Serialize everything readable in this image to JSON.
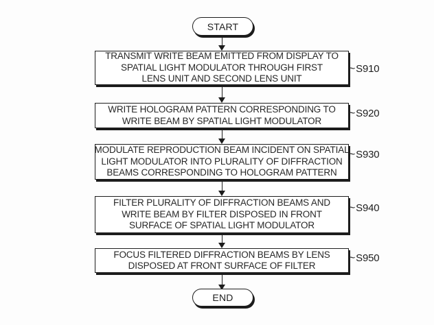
{
  "diagram": {
    "type": "flowchart",
    "start_label": "START",
    "end_label": "END",
    "ref_connector": "~",
    "steps": [
      {
        "ref": "S910",
        "lines": [
          "TRANSMIT WRITE BEAM EMITTED FROM DISPLAY TO",
          "SPATIAL LIGHT MODULATOR THROUGH FIRST",
          "LENS UNIT AND SECOND LENS UNIT"
        ]
      },
      {
        "ref": "S920",
        "lines": [
          "WRITE HOLOGRAM PATTERN CORRESPONDING TO",
          "WRITE BEAM BY SPATIAL LIGHT MODULATOR"
        ]
      },
      {
        "ref": "S930",
        "lines": [
          "MODULATE REPRODUCTION BEAM INCIDENT ON SPATIAL",
          "LIGHT MODULATOR INTO PLURALITY OF DIFFRACTION",
          "BEAMS CORRESPONDING TO HOLOGRAM PATTERN"
        ]
      },
      {
        "ref": "S940",
        "lines": [
          "FILTER PLURALITY OF DIFFRACTION BEAMS AND",
          "WRITE BEAM BY FILTER DISPOSED IN FRONT",
          "SURFACE OF SPATIAL LIGHT MODULATOR"
        ]
      },
      {
        "ref": "S950",
        "lines": [
          "FOCUS FILTERED DIFFRACTION BEAMS BY LENS",
          "DISPOSED AT FRONT SURFACE OF FILTER"
        ]
      }
    ],
    "colors": {
      "line": "#1c1c1c",
      "text": "#272727",
      "background": "#fdfdfd",
      "box_fill": "#ffffff"
    }
  }
}
